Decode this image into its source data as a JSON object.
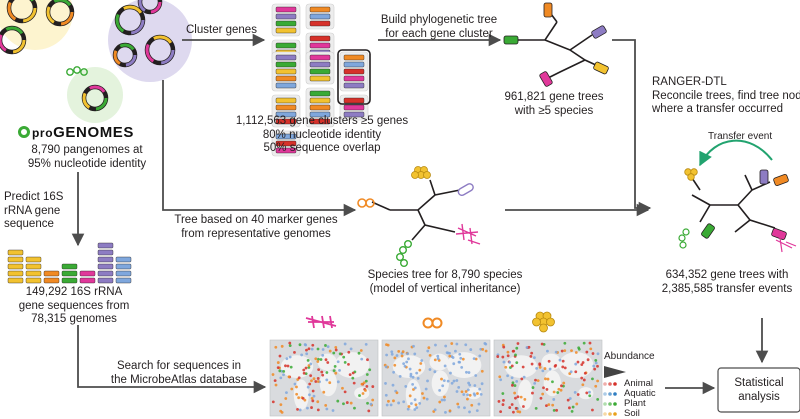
{
  "source": {
    "brand": {
      "prefix": "pro",
      "name": "GENOMES"
    },
    "caption": [
      "8,790 pangenomes at",
      "95% nucleotide identity"
    ]
  },
  "steps": {
    "cluster_genes": "Cluster genes",
    "build_tree": [
      "Build phylogenetic tree",
      "for each gene cluster"
    ],
    "clusters_summary": [
      "1,112,563 gene clusters ≥5 genes",
      "80% nucleotide identity",
      "50% sequence overlap"
    ],
    "gene_trees": [
      "961,821 gene trees",
      "with ≥5 species"
    ],
    "ranger": [
      "RANGER-DTL",
      "Reconcile trees, find tree nodes",
      "where a transfer occurred"
    ],
    "transfer_event": "Transfer event",
    "predict_16s": [
      "Predict 16S",
      "rRNA gene",
      "sequence"
    ],
    "marker_tree": [
      "Tree based on 40 marker genes",
      "from representative genomes"
    ],
    "species_tree": [
      "Species tree for 8,790 species",
      "(model of vertical inheritance)"
    ],
    "transfer_result": [
      "634,352 gene trees with",
      "2,385,585 transfer events"
    ],
    "rrna_result": [
      "149,292 16S rRNA",
      "gene sequences from",
      "78,315 genomes"
    ],
    "search_db": [
      "Search for sequences in",
      "the MicrobeAtlas database"
    ],
    "statistical": [
      "Statistical",
      "analysis"
    ]
  },
  "legend": {
    "title": "Abundance",
    "items": [
      {
        "label": "Animal",
        "color": "#d6312a"
      },
      {
        "label": "Aquatic",
        "color": "#2f7ec2"
      },
      {
        "label": "Plant",
        "color": "#3aaa35"
      },
      {
        "label": "Soil",
        "color": "#e8a11b"
      }
    ]
  },
  "colors": {
    "pink": "#e0389a",
    "purple": "#8d7cc3",
    "green": "#3aaa35",
    "yellow": "#f2c230",
    "orange": "#f08a24",
    "blue": "#7fa7dd",
    "red": "#d6312a",
    "teal": "#22a36f",
    "gray": "#4d4d4d"
  }
}
